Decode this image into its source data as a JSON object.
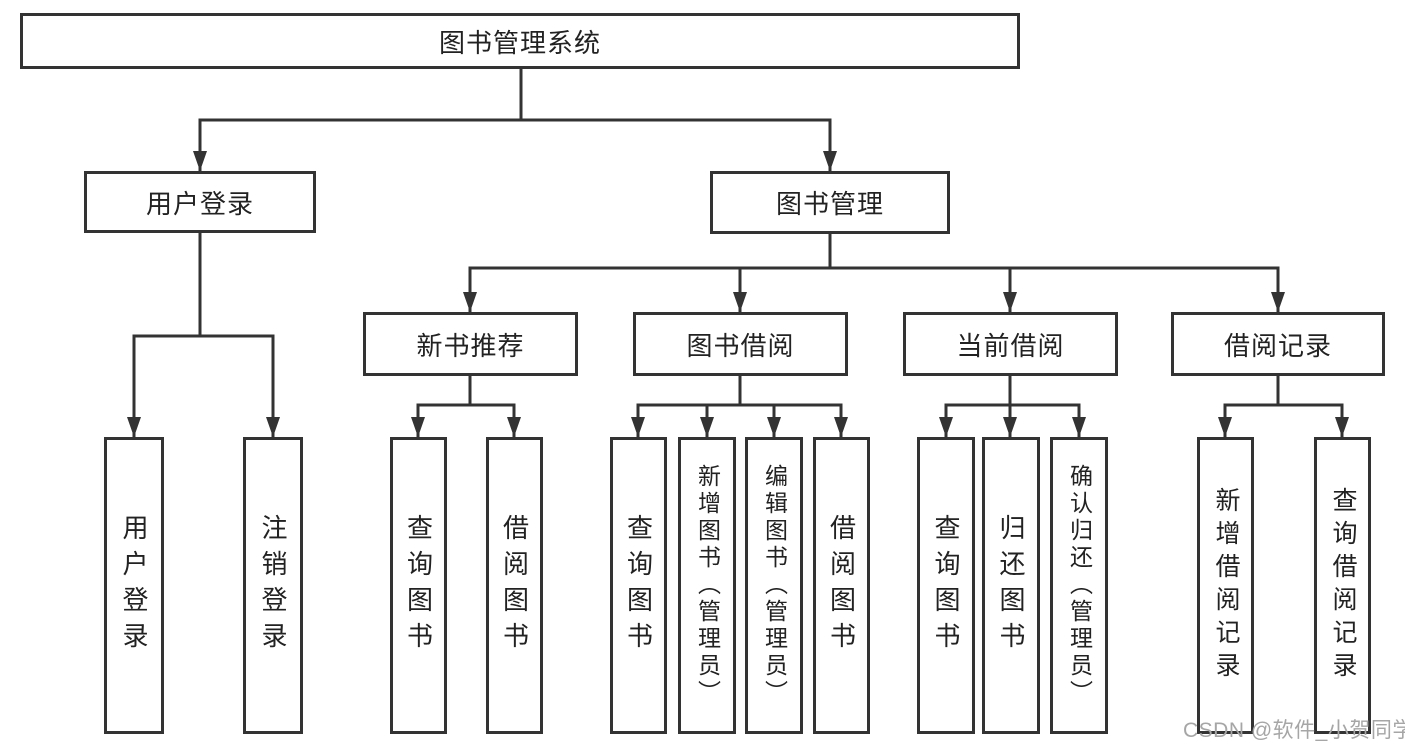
{
  "colors": {
    "line": "#333333",
    "text": "#222222",
    "box_background": "#ffffff",
    "watermark": "#a6a6a6"
  },
  "tree": {
    "root": {
      "label": "图书管理系统"
    },
    "l2": [
      {
        "label": "用户登录",
        "children": [
          {
            "label": "用户登录"
          },
          {
            "label": "注销登录"
          }
        ]
      },
      {
        "label": "图书管理",
        "children": [
          {
            "label": "新书推荐",
            "children": [
              {
                "label": "查询图书"
              },
              {
                "label": "借阅图书"
              }
            ]
          },
          {
            "label": "图书借阅",
            "children": [
              {
                "label": "查询图书"
              },
              {
                "label": "新增图书（管理员）"
              },
              {
                "label": "编辑图书（管理员）"
              },
              {
                "label": "借阅图书"
              }
            ]
          },
          {
            "label": "当前借阅",
            "children": [
              {
                "label": "查询图书"
              },
              {
                "label": "归还图书"
              },
              {
                "label": "确认归还（管理员）"
              }
            ]
          },
          {
            "label": "借阅记录",
            "children": [
              {
                "label": "新增借阅记录"
              },
              {
                "label": "查询借阅记录"
              }
            ]
          }
        ]
      }
    ]
  },
  "watermark": {
    "text": "CSDN @软件_小贺同学"
  }
}
